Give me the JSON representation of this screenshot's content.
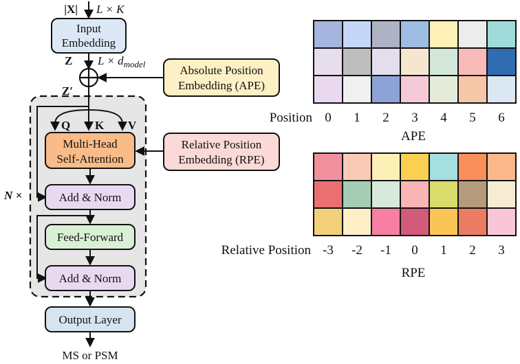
{
  "flow": {
    "input_symbol": "|X|",
    "input_dim": "L × K",
    "input_embedding": [
      "Input",
      "Embedding"
    ],
    "z_label": "Z",
    "z_dim": "L × d",
    "z_dim_sub": "model",
    "z_prime_label": "Z′",
    "qkv": [
      "Q",
      "K",
      "V"
    ],
    "attention": [
      "Multi-Head",
      "Self-Attention"
    ],
    "add_norm_1": "Add & Norm",
    "feed_forward": "Feed-Forward",
    "add_norm_2": "Add & Norm",
    "repeat_label": "N ×",
    "output_layer": "Output Layer",
    "output_label": "MS or PSM"
  },
  "side_boxes": {
    "ape": [
      "Absolute Position",
      "Embedding (APE)"
    ],
    "rpe": [
      "Relative Position",
      "Embedding (RPE)"
    ]
  },
  "colors": {
    "input_box": "#dce8f5",
    "ape_box": "#fdf0c4",
    "rpe_box": "#fbd9d6",
    "attention_box": "#f9bb88",
    "add_norm_box": "#ead8f0",
    "ff_box": "#daf0d6",
    "output_box": "#d6e4f2",
    "block_bg": "#e6e6e6"
  },
  "ape": {
    "axis_label": "Position",
    "ticks": [
      "0",
      "1",
      "2",
      "3",
      "4",
      "5",
      "6"
    ],
    "caption": "APE",
    "grid": [
      [
        "#a5b5de",
        "#c4d7fb",
        "#aeb2c2",
        "#9dbee2",
        "#fef0b7",
        "#ececec",
        "#9edbd9"
      ],
      [
        "#e6deec",
        "#bdbdbd",
        "#e3ddee",
        "#f5e7cf",
        "#d3e7d9",
        "#f8b9b9",
        "#2f6cb0"
      ],
      [
        "#ead9ee",
        "#f0f0f0",
        "#8da3d8",
        "#f6c9d8",
        "#e4ecd9",
        "#f6c6a8",
        "#dbe7f2"
      ]
    ]
  },
  "rpe": {
    "axis_label": "Relative Position",
    "ticks": [
      "-3",
      "-2",
      "-1",
      "0",
      "1",
      "2",
      "3"
    ],
    "caption": "RPE",
    "grid": [
      [
        "#f28f9e",
        "#f9cbb7",
        "#fdf0b6",
        "#fbd052",
        "#a5dfe0",
        "#f98f5a",
        "#fbb98b"
      ],
      [
        "#ea6f71",
        "#a5cdb4",
        "#d6e9dc",
        "#f9b4b6",
        "#d8dc6b",
        "#b59a7b",
        "#f8ebd4"
      ],
      [
        "#f2d07a",
        "#fdf0c6",
        "#f77fa4",
        "#d45a7c",
        "#fbc456",
        "#ea7c64",
        "#f8c6d6"
      ]
    ]
  }
}
